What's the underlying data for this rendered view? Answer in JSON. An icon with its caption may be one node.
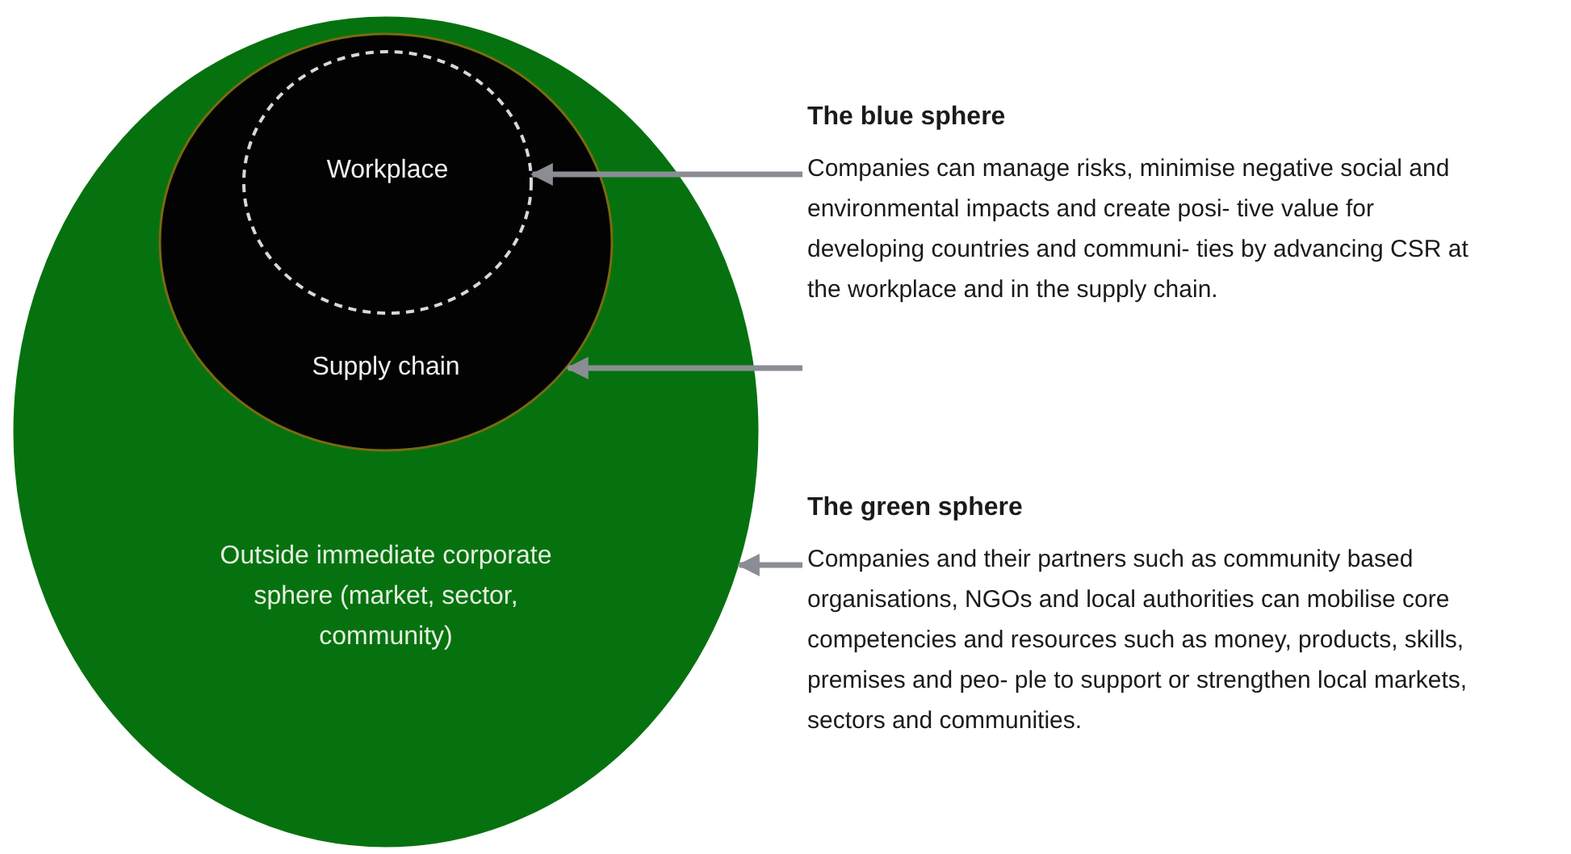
{
  "diagram": {
    "nodes": [
      {
        "text": [
          "Outside immediate corporate sphere (market, sector, community)"
        ]
      },
      {
        "text": [
          "Supply chain"
        ],
        "in": 0
      },
      {
        "text": [
          "Workplace"
        ],
        "in": 1
      },
      {
        "text": [
          "The blue sphere",
          "Companies can manage risks, minimise negative social and environmental impacts and create posi- tive value for developing countries and communi- ties by advancing CSR at the workplace and in the supply chain."
        ]
      },
      {
        "text": [
          "The green sphere",
          "Companies and their partners such as community based organisations, NGOs and local authorities can mobilise core competencies and resources such as money, products, skills, premises and peo- ple to support or strengthen local markets, sectors and communities."
        ]
      }
    ],
    "edges": [
      {
        "from": 3,
        "to": 2,
        "arrow": "to"
      },
      {
        "from": 3,
        "to": 1,
        "arrow": "to"
      },
      {
        "from": 4,
        "to": 0,
        "arrow": "to"
      }
    ]
  }
}
